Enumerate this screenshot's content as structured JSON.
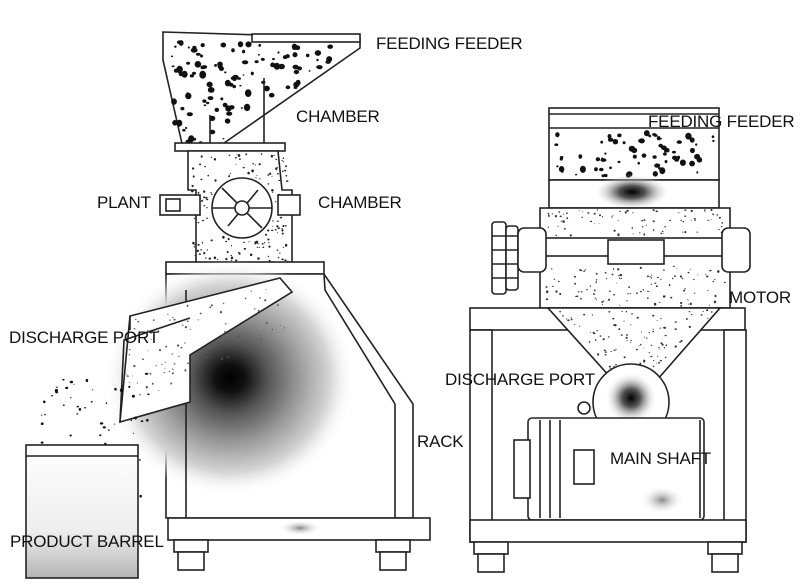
{
  "labels": {
    "left_feeding_feeder": "FEEDING FEEDER",
    "left_chamber_top": "CHAMBER",
    "left_plant": "PLANT",
    "left_chamber": "CHAMBER",
    "left_discharge_port": "DISCHARGE PORT",
    "left_rack": "RACK",
    "left_product_barrel": "PRODUCT BARREL",
    "right_feeding_feeder": "FEEDING FEEDER",
    "right_motor": "MOTOR",
    "right_discharge_port": "DISCHARGE PORT",
    "right_main_shaft": "MAIN SHAFT"
  },
  "colors": {
    "line": "#222222",
    "grit": "#111111",
    "barrel": "#b5b5b5"
  }
}
